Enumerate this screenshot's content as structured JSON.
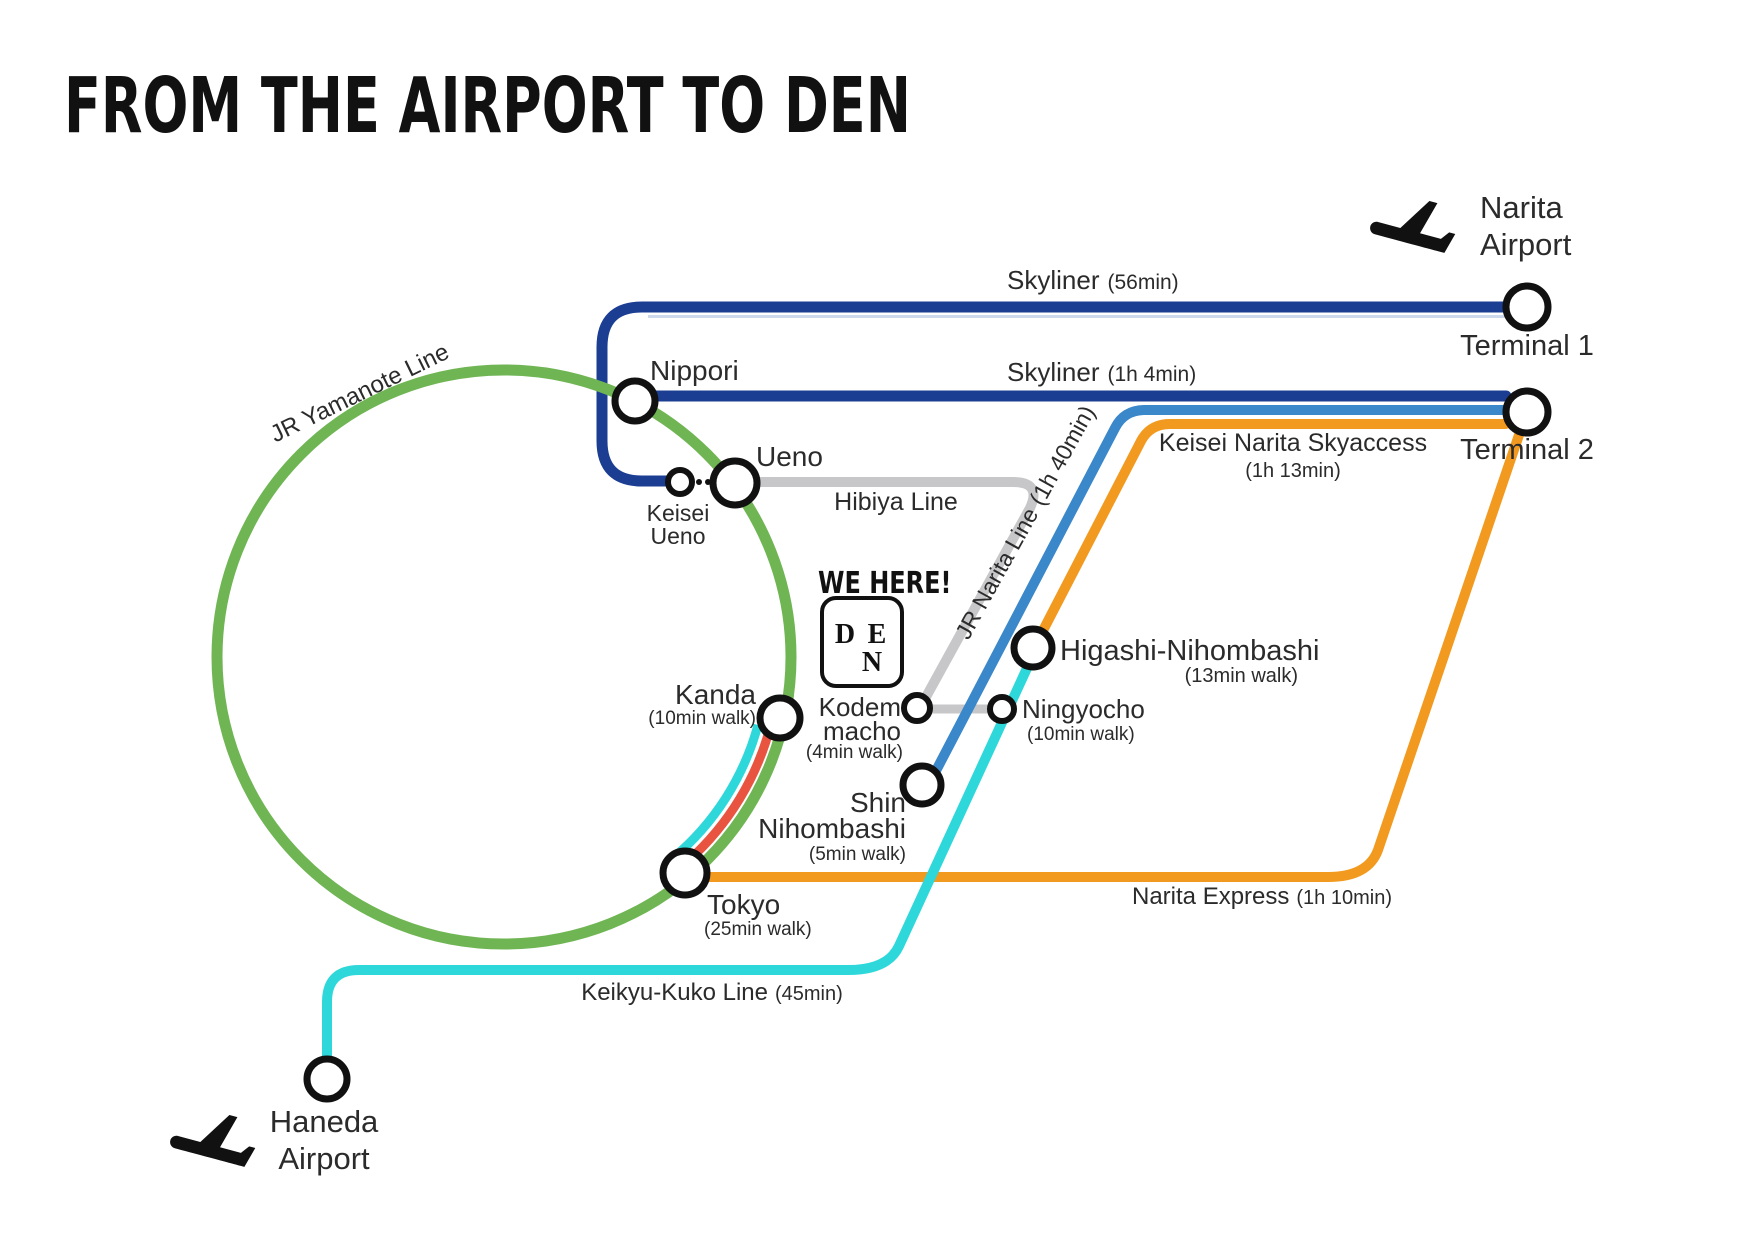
{
  "title": "FROM THE AIRPORT TO DEN",
  "we_here_label": "WE HERE!",
  "den_logo": {
    "letter_d": "D",
    "letter_e": "E",
    "letter_n": "N"
  },
  "colors": {
    "skyliner_navy": "#1b3e93",
    "skyliner_accent": "#ccd9ec",
    "jr_narita_blue": "#3a87c9",
    "orange": "#f29a1f",
    "keikyu_cyan": "#2ed8da",
    "yamanote_green": "#6fb553",
    "chuo_red": "#e8543f",
    "hibiya_gray": "#c7c7c9",
    "station_stroke": "#111111",
    "text": "#2b2b2b"
  },
  "airports": {
    "narita": {
      "name_line1": "Narita",
      "name_line2": "Airport"
    },
    "haneda": {
      "name_line1": "Haneda",
      "name_line2": "Airport"
    }
  },
  "lines": {
    "skyliner_t1": {
      "name": "Skyliner",
      "time": "(56min)"
    },
    "skyliner_t2": {
      "name": "Skyliner",
      "time": "(1h 4min)"
    },
    "skyaccess": {
      "name": "Keisei Narita Skyaccess",
      "time": "(1h 13min)"
    },
    "jr_narita": {
      "name": "JR Narita Line",
      "time": "(1h 40min)"
    },
    "narita_express": {
      "name": "Narita Express",
      "time": "(1h 10min)"
    },
    "keikyu": {
      "name": "Keikyu-Kuko Line",
      "time": "(45min)"
    },
    "hibiya": {
      "name": "Hibiya Line"
    },
    "yamanote": {
      "name": "JR Yamanote Line"
    }
  },
  "stations": {
    "terminal1": {
      "name": "Terminal 1"
    },
    "terminal2": {
      "name": "Terminal 2"
    },
    "nippori": {
      "name": "Nippori"
    },
    "keisei_ueno": {
      "name_line1": "Keisei",
      "name_line2": "Ueno"
    },
    "ueno": {
      "name": "Ueno"
    },
    "kanda": {
      "name": "Kanda",
      "walk": "(10min walk)"
    },
    "tokyo": {
      "name": "Tokyo",
      "walk": "(25min walk)"
    },
    "kodemmacho": {
      "name_line1": "Kodem",
      "name_line2": "macho",
      "walk": "(4min walk)"
    },
    "ningyocho": {
      "name": "Ningyocho",
      "walk": "(10min walk)"
    },
    "higashi_nihombashi": {
      "name": "Higashi-Nihombashi",
      "walk": "(13min walk)"
    },
    "shin_nihombashi": {
      "name_line1": "Shin",
      "name_line2": "Nihombashi",
      "walk": "(5min walk)"
    }
  }
}
